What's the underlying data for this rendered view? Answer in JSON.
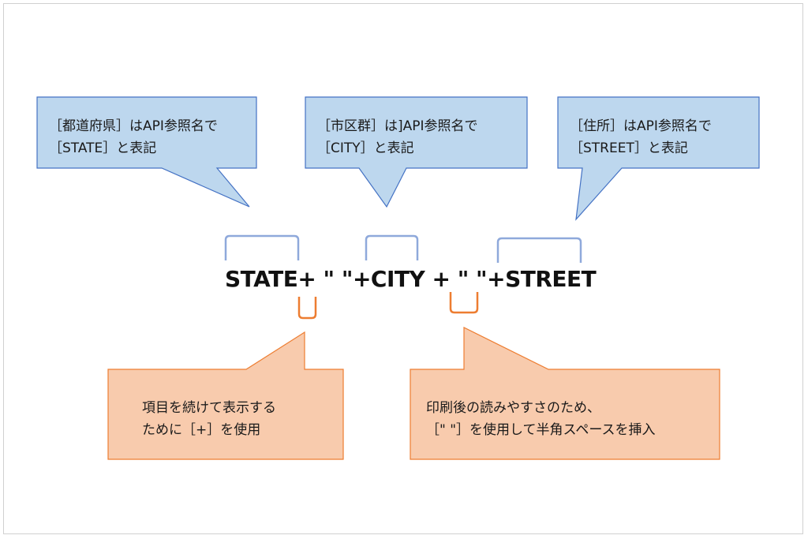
{
  "colors": {
    "blue_fill": "#bdd7ee",
    "blue_stroke": "#4472c4",
    "orange_fill": "#f8cbad",
    "orange_stroke": "#ed7d31",
    "bracket_blue": "#8fa9db",
    "bracket_orange": "#ed7d31"
  },
  "callouts_top": [
    {
      "line1": "［都道府県］はAPI参照名で",
      "line2": "［STATE］と表記"
    },
    {
      "line1": "［市区群］は]API参照名で",
      "line2": "［CITY］と表記"
    },
    {
      "line1": "［住所］はAPI参照名で",
      "line2": "［STREET］と表記"
    }
  ],
  "formula": "STATE+ \" \"+CITY + \" \"+STREET",
  "callouts_bottom": [
    {
      "line1": "項目を続けて表示する",
      "line2": "ために［+］を使用"
    },
    {
      "line1": "印刷後の読みやすさのため、",
      "line2": "［\" \"］を使用して半角スペースを挿入"
    }
  ]
}
